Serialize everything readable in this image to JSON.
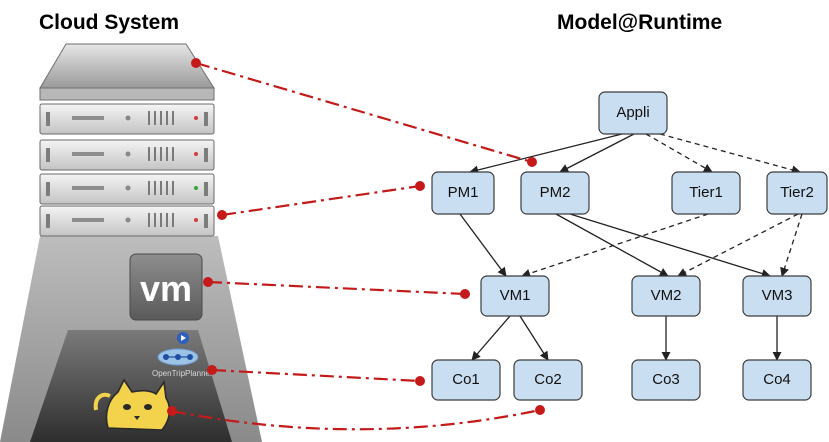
{
  "titles": {
    "left": "Cloud System",
    "right": "Model@Runtime"
  },
  "left_stack": {
    "vm_logo": "vm",
    "openstack_label": "OpenTripPlanner"
  },
  "model": {
    "nodes": {
      "appli": "Appli",
      "pm1": "PM1",
      "pm2": "PM2",
      "tier1": "Tier1",
      "tier2": "Tier2",
      "vm1": "VM1",
      "vm2": "VM2",
      "vm3": "VM3",
      "co1": "Co1",
      "co2": "Co2",
      "co3": "Co3",
      "co4": "Co4"
    }
  },
  "colors": {
    "node_fill": "#c9def0",
    "mapping_line": "#c41a1a"
  }
}
